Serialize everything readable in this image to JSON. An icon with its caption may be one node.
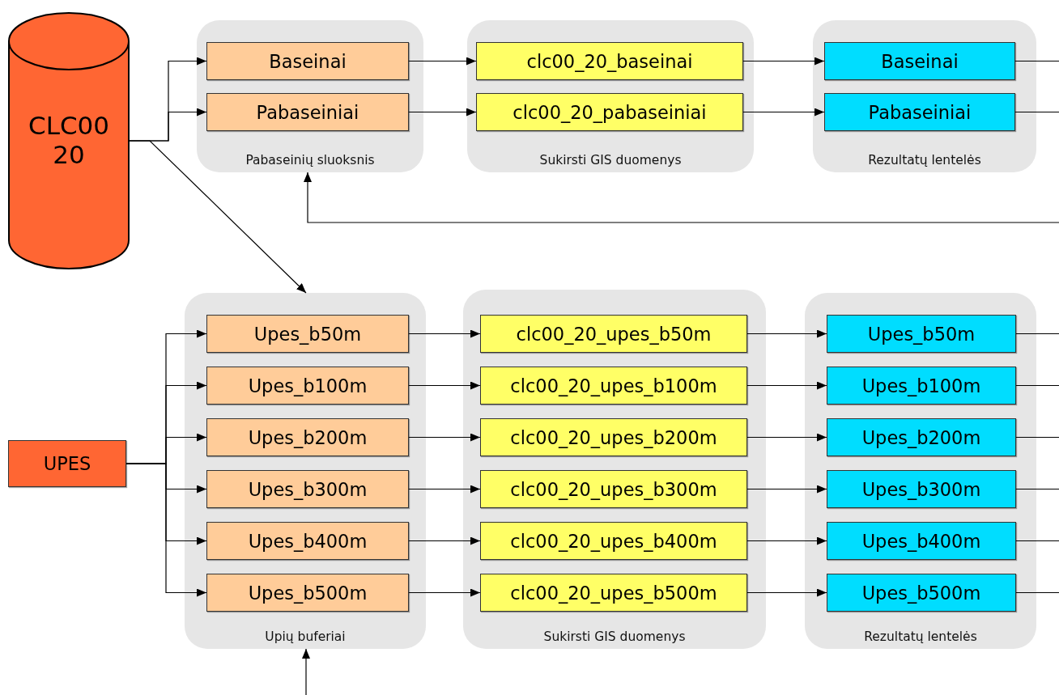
{
  "diagram": {
    "nodes": [
      {
        "text": [
          "CLC00 20"
        ]
      },
      {
        "text": [
          "Pabaseinių sluoksnis"
        ]
      },
      {
        "text": [
          "Baseinai"
        ],
        "in": 1
      },
      {
        "text": [
          "Pabaseiniai"
        ],
        "in": 1
      },
      {
        "text": [
          "Sukirsti GIS duomenys"
        ]
      },
      {
        "text": [
          "clc00_20_baseinai"
        ],
        "in": 4
      },
      {
        "text": [
          "clc00_20_pabaseiniai"
        ],
        "in": 4
      },
      {
        "text": [
          "Rezultatų lentelės"
        ]
      },
      {
        "text": [
          "Baseinai"
        ],
        "in": 7
      },
      {
        "text": [
          "Pabaseiniai"
        ],
        "in": 7
      },
      {
        "text": [
          "UPES"
        ]
      },
      {
        "text": [
          "Upių buferiai"
        ]
      },
      {
        "text": [
          "Upes_b50m"
        ],
        "in": 11
      },
      {
        "text": [
          "Upes_b100m"
        ],
        "in": 11
      },
      {
        "text": [
          "Upes_b200m"
        ],
        "in": 11
      },
      {
        "text": [
          "Upes_b300m"
        ],
        "in": 11
      },
      {
        "text": [
          "Upes_b400m"
        ],
        "in": 11
      },
      {
        "text": [
          "Upes_b500m"
        ],
        "in": 11
      },
      {
        "text": [
          "Sukirsti GIS duomenys"
        ]
      },
      {
        "text": [
          "clc00_20_upes_b50m"
        ],
        "in": 18
      },
      {
        "text": [
          "clc00_20_upes_b100m"
        ],
        "in": 18
      },
      {
        "text": [
          "clc00_20_upes_b200m"
        ],
        "in": 18
      },
      {
        "text": [
          "clc00_20_upes_b300m"
        ],
        "in": 18
      },
      {
        "text": [
          "clc00_20_upes_b400m"
        ],
        "in": 18
      },
      {
        "text": [
          "clc00_20_upes_b500m"
        ],
        "in": 18
      },
      {
        "text": [
          "Rezultatų lentelės"
        ]
      },
      {
        "text": [
          "Upes_b50m"
        ],
        "in": 25
      },
      {
        "text": [
          "Upes_b100m"
        ],
        "in": 25
      },
      {
        "text": [
          "Upes_b200m"
        ],
        "in": 25
      },
      {
        "text": [
          "Upes_b300m"
        ],
        "in": 25
      },
      {
        "text": [
          "Upes_b400m"
        ],
        "in": 25
      },
      {
        "text": [
          "Upes_b500m"
        ],
        "in": 25
      }
    ],
    "edges": [
      {
        "from": 0,
        "to": 2,
        "arrow": "to"
      },
      {
        "from": 0,
        "to": 3,
        "arrow": "to"
      },
      {
        "from": 0,
        "to": 11,
        "arrow": "to"
      },
      {
        "from": 2,
        "to": 5,
        "arrow": "to"
      },
      {
        "from": 3,
        "to": 6,
        "arrow": "to"
      },
      {
        "from": 5,
        "to": 8,
        "arrow": "to"
      },
      {
        "from": 6,
        "to": 9,
        "arrow": "to"
      },
      {
        "from": 8,
        "to": null,
        "arrow": "none"
      },
      {
        "from": 9,
        "to": null,
        "arrow": "none"
      },
      {
        "from": null,
        "to": 1,
        "arrow": "to"
      },
      {
        "from": 10,
        "to": 12,
        "arrow": "to"
      },
      {
        "from": 10,
        "to": 13,
        "arrow": "to"
      },
      {
        "from": 10,
        "to": 14,
        "arrow": "to"
      },
      {
        "from": 10,
        "to": 15,
        "arrow": "to"
      },
      {
        "from": 10,
        "to": 16,
        "arrow": "to"
      },
      {
        "from": 10,
        "to": 17,
        "arrow": "to"
      },
      {
        "from": 12,
        "to": 19,
        "arrow": "to"
      },
      {
        "from": 13,
        "to": 20,
        "arrow": "to"
      },
      {
        "from": 14,
        "to": 21,
        "arrow": "to"
      },
      {
        "from": 15,
        "to": 22,
        "arrow": "to"
      },
      {
        "from": 16,
        "to": 23,
        "arrow": "to"
      },
      {
        "from": 17,
        "to": 24,
        "arrow": "to"
      },
      {
        "from": 19,
        "to": 26,
        "arrow": "to"
      },
      {
        "from": 20,
        "to": 27,
        "arrow": "to"
      },
      {
        "from": 21,
        "to": 28,
        "arrow": "to"
      },
      {
        "from": 22,
        "to": 29,
        "arrow": "to"
      },
      {
        "from": 23,
        "to": 30,
        "arrow": "to"
      },
      {
        "from": 24,
        "to": 31,
        "arrow": "to"
      },
      {
        "from": 26,
        "to": null,
        "arrow": "none"
      },
      {
        "from": 27,
        "to": null,
        "arrow": "none"
      },
      {
        "from": 28,
        "to": null,
        "arrow": "none"
      },
      {
        "from": 29,
        "to": null,
        "arrow": "none"
      },
      {
        "from": 30,
        "to": null,
        "arrow": "none"
      },
      {
        "from": 31,
        "to": null,
        "arrow": "none"
      },
      {
        "from": null,
        "to": 11,
        "arrow": "to"
      }
    ]
  }
}
